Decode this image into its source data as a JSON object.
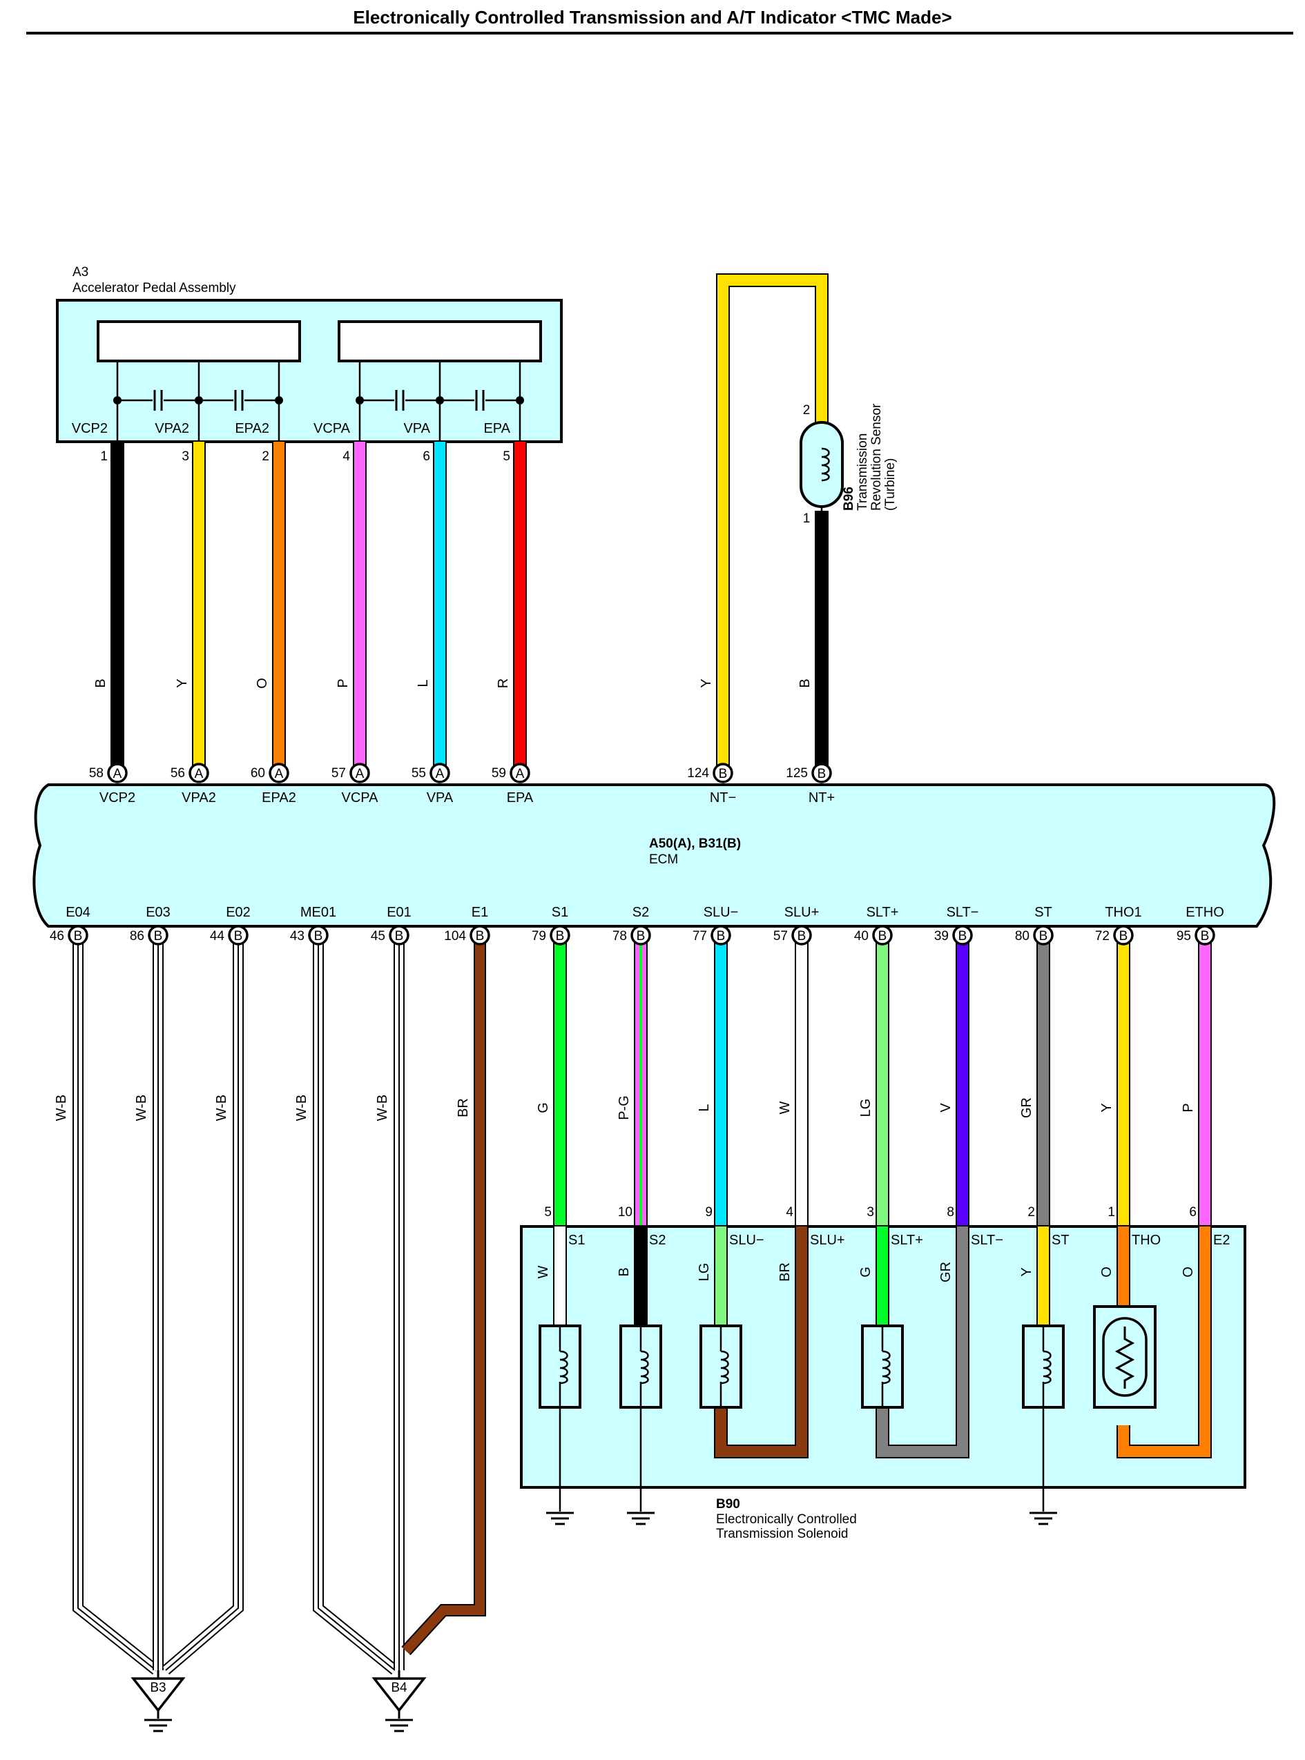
{
  "title": "Electronically Controlled Transmission and A/T Indicator <TMC Made>",
  "colors": {
    "B": "#000000",
    "Y": "#ffe100",
    "O": "#ff7f00",
    "P": "#ff66ff",
    "L": "#00e8ff",
    "R": "#ff0000",
    "BR": "#8b3a0f",
    "G": "#00ff26",
    "LG": "#7ff780",
    "V": "#5a00ff",
    "GR": "#808080",
    "W": "#ffffff",
    "P-G": "#ff66ff",
    "W-B": "#ffffff",
    "box": "#ccffff"
  },
  "a3": {
    "code": "A3",
    "name": "Accelerator Pedal Assembly",
    "terminals": [
      {
        "name": "VCP2",
        "pin": "1",
        "wire": "B"
      },
      {
        "name": "VPA2",
        "pin": "3",
        "wire": "Y"
      },
      {
        "name": "EPA2",
        "pin": "2",
        "wire": "O"
      },
      {
        "name": "VCPA",
        "pin": "4",
        "wire": "P"
      },
      {
        "name": "VPA",
        "pin": "6",
        "wire": "L"
      },
      {
        "name": "EPA",
        "pin": "5",
        "wire": "R"
      }
    ]
  },
  "b96": {
    "code": "B96",
    "lines": [
      "Transmission",
      "Revolution Sensor",
      "(Turbine)"
    ],
    "pins": [
      "2",
      "1"
    ]
  },
  "ecm": {
    "code": "A50(A), B31(B)",
    "name": "ECM",
    "top": [
      {
        "pin": "58",
        "conn": "A",
        "name": "VCP2",
        "wire": "B"
      },
      {
        "pin": "56",
        "conn": "A",
        "name": "VPA2",
        "wire": "Y"
      },
      {
        "pin": "60",
        "conn": "A",
        "name": "EPA2",
        "wire": "O"
      },
      {
        "pin": "57",
        "conn": "A",
        "name": "VCPA",
        "wire": "P"
      },
      {
        "pin": "55",
        "conn": "A",
        "name": "VPA",
        "wire": "L"
      },
      {
        "pin": "59",
        "conn": "A",
        "name": "EPA",
        "wire": "R"
      },
      {
        "pin": "124",
        "conn": "B",
        "name": "NT−",
        "wire": "Y"
      },
      {
        "pin": "125",
        "conn": "B",
        "name": "NT+",
        "wire": "B"
      }
    ],
    "bottom": [
      {
        "pin": "46",
        "conn": "B",
        "name": "E04",
        "wire": "W-B"
      },
      {
        "pin": "86",
        "conn": "B",
        "name": "E03",
        "wire": "W-B"
      },
      {
        "pin": "44",
        "conn": "B",
        "name": "E02",
        "wire": "W-B"
      },
      {
        "pin": "43",
        "conn": "B",
        "name": "ME01",
        "wire": "W-B"
      },
      {
        "pin": "45",
        "conn": "B",
        "name": "E01",
        "wire": "W-B"
      },
      {
        "pin": "104",
        "conn": "B",
        "name": "E1",
        "wire": "BR"
      },
      {
        "pin": "79",
        "conn": "B",
        "name": "S1",
        "wire": "G"
      },
      {
        "pin": "78",
        "conn": "B",
        "name": "S2",
        "wire": "P-G"
      },
      {
        "pin": "77",
        "conn": "B",
        "name": "SLU−",
        "wire": "L"
      },
      {
        "pin": "57",
        "conn": "B",
        "name": "SLU+",
        "wire": "W"
      },
      {
        "pin": "40",
        "conn": "B",
        "name": "SLT+",
        "wire": "LG"
      },
      {
        "pin": "39",
        "conn": "B",
        "name": "SLT−",
        "wire": "V"
      },
      {
        "pin": "80",
        "conn": "B",
        "name": "ST",
        "wire": "GR"
      },
      {
        "pin": "72",
        "conn": "B",
        "name": "THO1",
        "wire": "Y"
      },
      {
        "pin": "95",
        "conn": "B",
        "name": "ETHO",
        "wire": "P"
      }
    ]
  },
  "b90": {
    "code": "B90",
    "lines": [
      "Electronically Controlled",
      "Transmission Solenoid"
    ],
    "pins": [
      {
        "pin": "5",
        "term": "S1",
        "wire": "W"
      },
      {
        "pin": "10",
        "term": "S2",
        "wire": "B"
      },
      {
        "pin": "9",
        "term": "SLU−",
        "wire": "LG"
      },
      {
        "pin": "4",
        "term": "SLU+",
        "wire": "BR"
      },
      {
        "pin": "3",
        "term": "SLT+",
        "wire": "G"
      },
      {
        "pin": "8",
        "term": "SLT−",
        "wire": "GR"
      },
      {
        "pin": "2",
        "term": "ST",
        "wire": "Y"
      },
      {
        "pin": "1",
        "term": "THO",
        "wire": "O"
      },
      {
        "pin": "6",
        "term": "E2",
        "wire": "O"
      }
    ]
  },
  "grounds": [
    "B3",
    "B4"
  ]
}
